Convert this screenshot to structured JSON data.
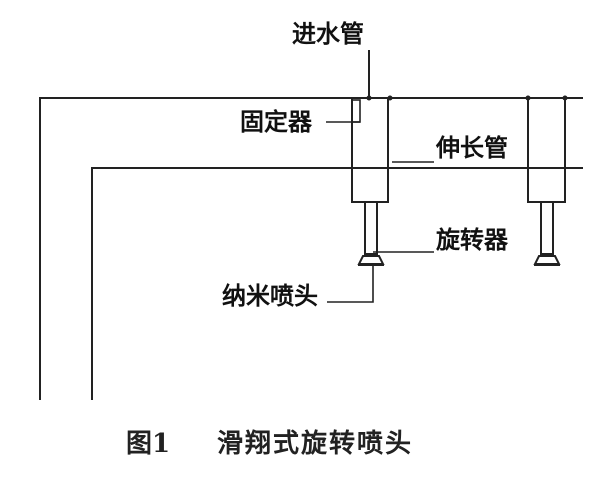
{
  "labels": {
    "inlet_pipe": "进水管",
    "fixer": "固定器",
    "extension_pipe": "伸长管",
    "rotator": "旋转器",
    "nano_nozzle": "纳米喷头"
  },
  "caption": {
    "number": "图1",
    "title": "滑翔式旋转喷头"
  },
  "colors": {
    "line": "#222222",
    "background": "#ffffff"
  }
}
